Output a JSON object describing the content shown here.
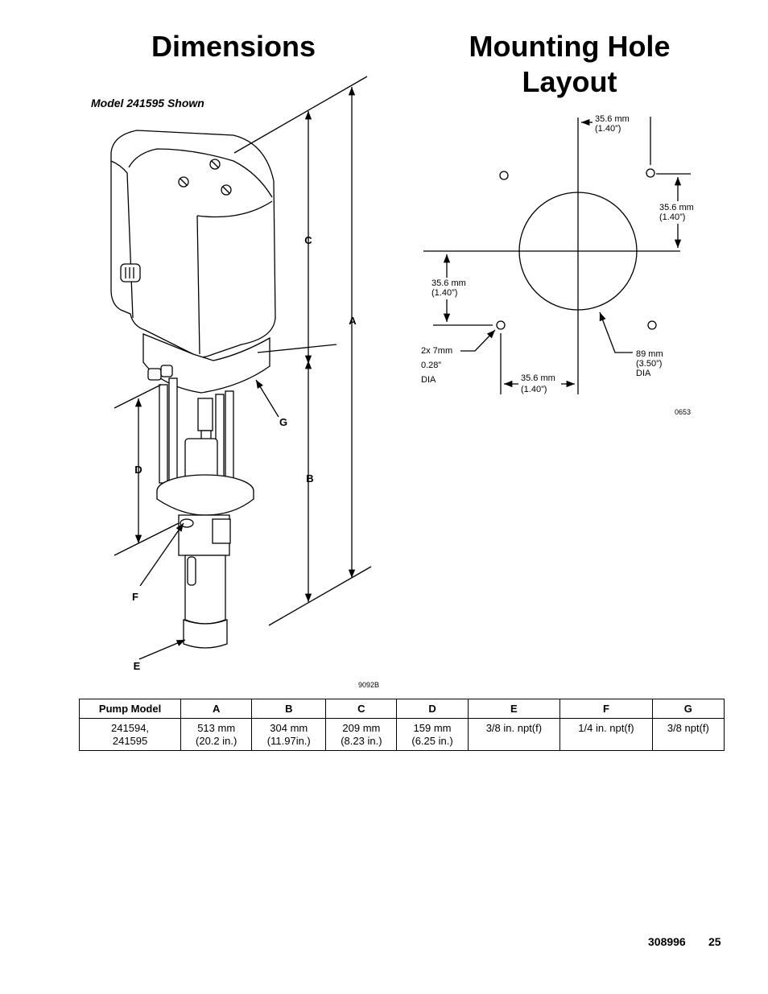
{
  "titles": {
    "dimensions": "Dimensions",
    "mounting": "Mounting Hole Layout"
  },
  "dimensions_figure": {
    "caption": "Model 241595 Shown",
    "labels": {
      "a": "A",
      "b": "B",
      "c": "C",
      "d": "D",
      "e": "E",
      "f": "F",
      "g": "G"
    },
    "figure_id": "9092B"
  },
  "mounting_figure": {
    "top_dim": {
      "mm": "35.6 mm",
      "in": "(1.40”)"
    },
    "right_dim": {
      "mm": "35.6 mm",
      "in": "(1.40”)"
    },
    "left_dim": {
      "mm": "35.6 mm",
      "in": "(1.40”)"
    },
    "bottom_dim": {
      "mm": "35.6 mm",
      "in": "(1.40”)"
    },
    "hole_note": {
      "line1": "2x 7mm",
      "line2": "0.28”",
      "line3": "DIA"
    },
    "circle_note": {
      "line1": "89 mm",
      "line2": "(3.50”)",
      "line3": "DIA"
    },
    "figure_id": "0653"
  },
  "table": {
    "headers": [
      "Pump Model",
      "A",
      "B",
      "C",
      "D",
      "E",
      "F",
      "G"
    ],
    "rows": [
      [
        [
          "241594,",
          "241595"
        ],
        [
          "513 mm",
          "(20.2 in.)"
        ],
        [
          "304 mm",
          "(11.97in.)"
        ],
        [
          "209 mm",
          "(8.23 in.)"
        ],
        [
          "159 mm",
          "(6.25 in.)"
        ],
        [
          "3/8 in. npt(f)",
          ""
        ],
        [
          "1/4 in. npt(f)",
          ""
        ],
        [
          "3/8 npt(f)",
          ""
        ]
      ]
    ]
  },
  "footer": {
    "doc_number": "308996",
    "page_number": "25"
  }
}
